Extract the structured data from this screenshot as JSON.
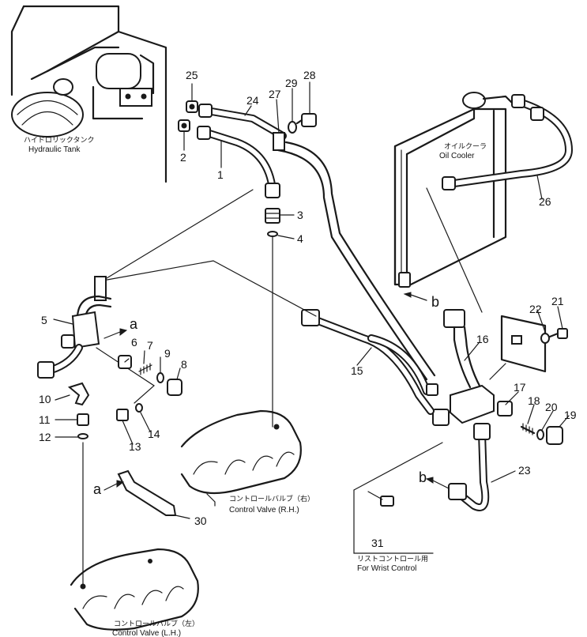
{
  "labels": {
    "hydraulic_tank_jp": "ハイドロリックタンク",
    "hydraulic_tank_en": "Hydraulic Tank",
    "oil_cooler_jp": "オイルクーラ",
    "oil_cooler_en": "Oil Cooler",
    "control_valve_rh_jp": "コントロールバルブ（右）",
    "control_valve_rh_en": "Control Valve (R.H.)",
    "control_valve_lh_jp": "コントロールバルブ（左）",
    "control_valve_lh_en": "Control Valve (L.H.)",
    "wrist_control_jp": "リストコントロール用",
    "wrist_control_en": "For Wrist Control"
  },
  "letters": {
    "a": "a",
    "b": "b"
  },
  "parts": [
    {
      "id": "1",
      "label": "1"
    },
    {
      "id": "2",
      "label": "2"
    },
    {
      "id": "3",
      "label": "3"
    },
    {
      "id": "4",
      "label": "4"
    },
    {
      "id": "5",
      "label": "5"
    },
    {
      "id": "6",
      "label": "6"
    },
    {
      "id": "7",
      "label": "7"
    },
    {
      "id": "8",
      "label": "8"
    },
    {
      "id": "9",
      "label": "9"
    },
    {
      "id": "10",
      "label": "10"
    },
    {
      "id": "11",
      "label": "11"
    },
    {
      "id": "12",
      "label": "12"
    },
    {
      "id": "13",
      "label": "13"
    },
    {
      "id": "14",
      "label": "14"
    },
    {
      "id": "15",
      "label": "15"
    },
    {
      "id": "16",
      "label": "16"
    },
    {
      "id": "17",
      "label": "17"
    },
    {
      "id": "18",
      "label": "18"
    },
    {
      "id": "19",
      "label": "19"
    },
    {
      "id": "20",
      "label": "20"
    },
    {
      "id": "21",
      "label": "21"
    },
    {
      "id": "22",
      "label": "22"
    },
    {
      "id": "23",
      "label": "23"
    },
    {
      "id": "24",
      "label": "24"
    },
    {
      "id": "25",
      "label": "25"
    },
    {
      "id": "26",
      "label": "26"
    },
    {
      "id": "27",
      "label": "27"
    },
    {
      "id": "28",
      "label": "28"
    },
    {
      "id": "29",
      "label": "29"
    },
    {
      "id": "30",
      "label": "30"
    },
    {
      "id": "31",
      "label": "31"
    }
  ]
}
